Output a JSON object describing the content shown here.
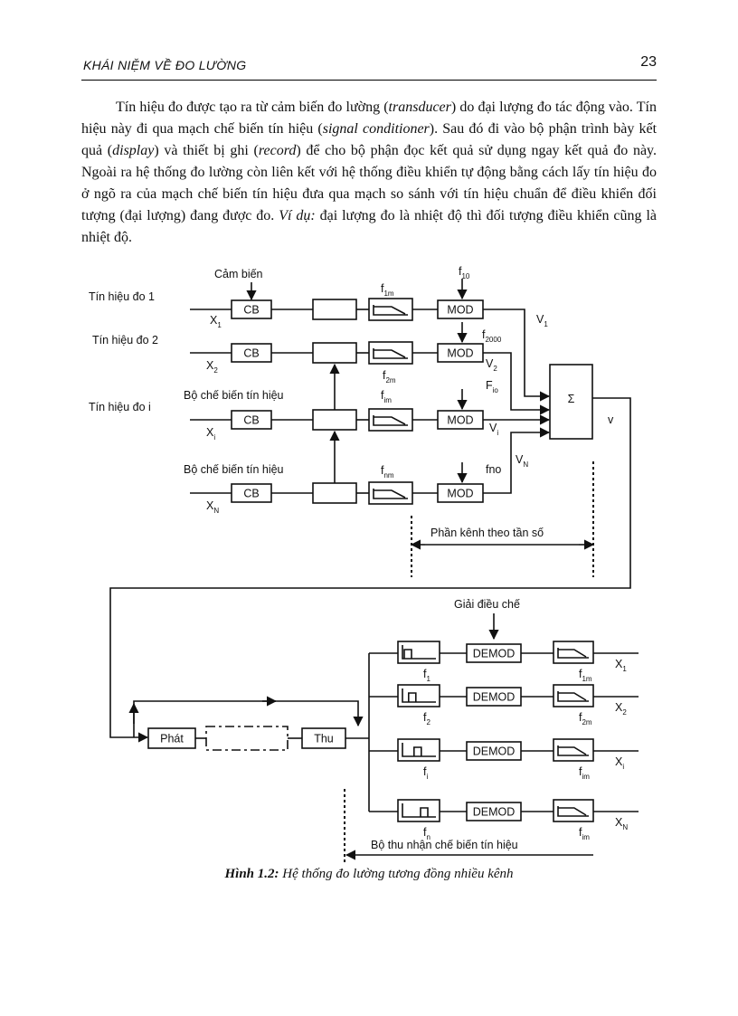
{
  "header": {
    "title": "KHÁI NIỆM VỀ ĐO LƯỜNG",
    "page_number": "23"
  },
  "paragraph": {
    "p1": "Tín hiệu đo được tạo ra từ cảm biến đo lường (",
    "t1": "transducer",
    "p2": ") do đại lượng đo tác động vào. Tín hiệu này đi qua mạch chế biến tín hiệu (",
    "t2": "signal conditioner",
    "p3": "). Sau đó đi vào bộ phận trình bày kết quả (",
    "t3": "display",
    "p4": ") và thiết bị ghi (",
    "t4": "record",
    "p5": ") để cho bộ phận đọc kết quả sử dụng ngay kết quả đo này. Ngoài ra hệ thống đo lường còn liên kết với hệ thống điều khiển tự động bằng cách lấy tín hiệu đo ở ngõ ra của mạch chế biến tín hiệu đưa qua mạch so sánh với tín hiệu chuẩn để điều khiển đối tượng (đại lượng) đang được đo. ",
    "example_label": "Ví dụ:",
    "p6": " đại lượng đo là nhiệt độ thì đối tượng điều khiển cũng là nhiệt độ."
  },
  "diagram": {
    "sensor_label": "Cảm biến",
    "signal_1": "Tín hiệu đo 1",
    "signal_2": "Tín hiệu đo 2",
    "signal_i": "Tín hiệu đo i",
    "conditioner_label_1": "Bộ chế biến tín hiệu",
    "conditioner_label_2": "Bộ chế biến tín hiệu",
    "cb": "CB",
    "mod": "MOD",
    "sigma": "Σ",
    "v": "v",
    "x": "X",
    "x_subs": [
      "1",
      "2",
      "i",
      "N"
    ],
    "f": "f",
    "filter_subs": [
      "1m",
      "2m",
      "im",
      "nm"
    ],
    "f10_sub": "10",
    "f2000_sub": "2000",
    "fio_label": "F",
    "fio_sub": "io",
    "fno": "fno",
    "V": "V",
    "v_subs": [
      "1",
      "2",
      "i",
      "N"
    ],
    "freq_channel_label": "Phần kênh theo tần số",
    "demod_label": "Giải điều chế",
    "demod": "DEMOD",
    "tx": "Phát",
    "rx": "Thu",
    "rx_filter_subs": [
      "1",
      "2",
      "i",
      "n"
    ],
    "out_filter_subs": [
      "1m",
      "2m",
      "im",
      "im"
    ],
    "out_x_subs": [
      "1",
      "2",
      "i",
      "N"
    ],
    "receiver_label": "Bộ thu nhận chế biến tín hiệu"
  },
  "caption": {
    "figure": "Hình 1.2:",
    "text": " Hệ thống đo lường tương đồng nhiều kênh"
  }
}
